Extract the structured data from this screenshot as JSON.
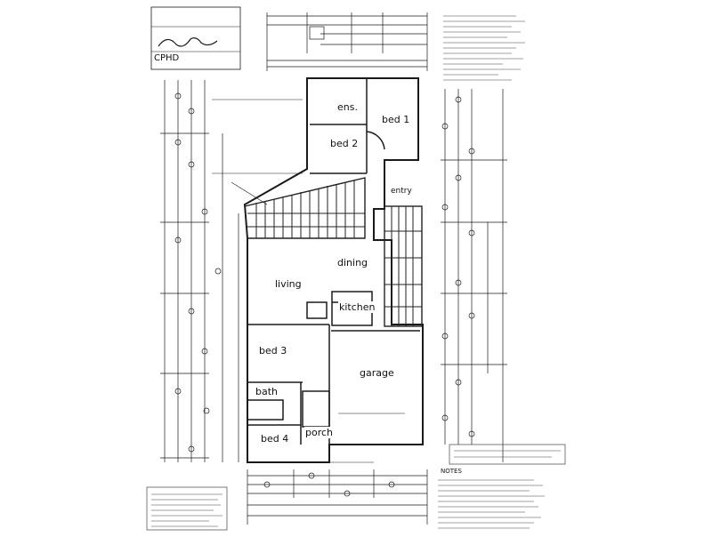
{
  "rooms": {
    "ens": "ens.",
    "bed1": "bed 1",
    "bed2": "bed 2",
    "dining": "dining",
    "living": "living",
    "kitchen": "kitchen",
    "bed3": "bed 3",
    "bath": "bath",
    "garage": "garage",
    "porch": "porch",
    "bed4": "bed 4",
    "entry": "entry"
  },
  "title_block": {
    "firm_mark": "CPHD"
  },
  "notes_heading": "NOTES",
  "colors": {
    "line": "#1a1a1a",
    "paper": "#ffffff",
    "deck_hatch": "#222222"
  }
}
